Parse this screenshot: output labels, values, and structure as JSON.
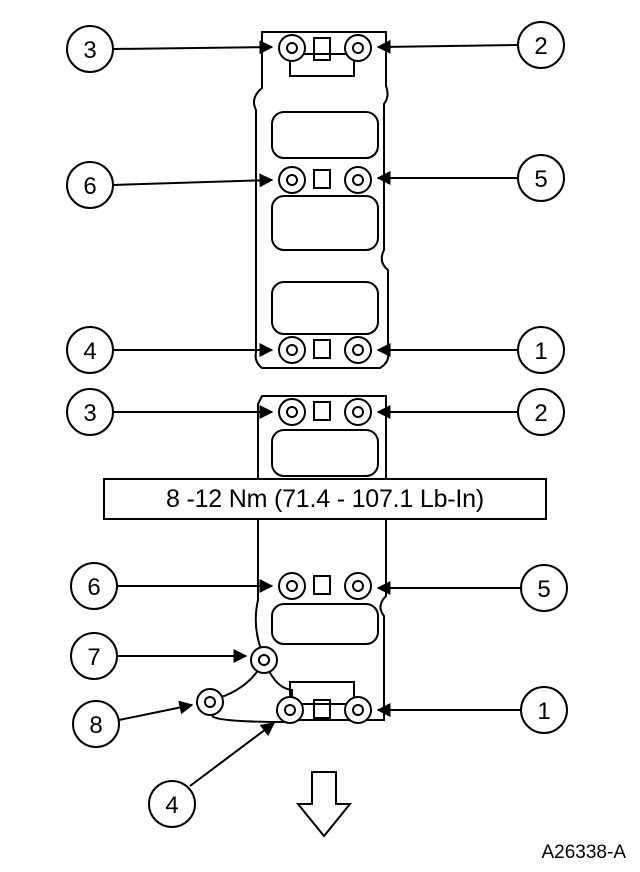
{
  "torque_spec": "8 -12 Nm (71.4 - 107.1 Lb-In)",
  "figure_id": "A26338-A",
  "upper_gasket_callouts": [
    "3",
    "2",
    "6",
    "5",
    "4",
    "1"
  ],
  "lower_gasket_callouts": [
    "3",
    "2",
    "6",
    "5",
    "7",
    "8",
    "1",
    "4"
  ],
  "colors": {
    "line": "#000000",
    "background": "#ffffff"
  },
  "icons": [
    "bolt-icon",
    "front-direction-arrow-icon"
  ]
}
